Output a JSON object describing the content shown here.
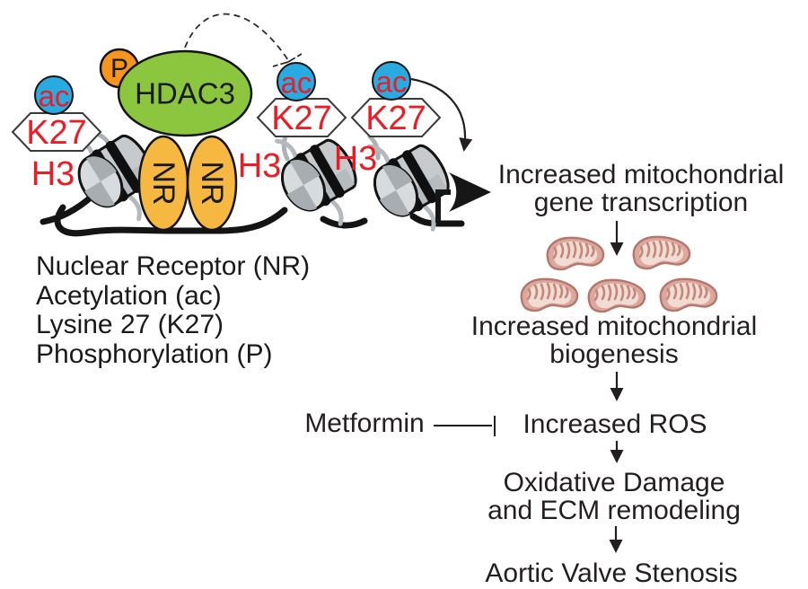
{
  "figure": {
    "type": "molecular-pathway-diagram",
    "mitochondria_count": 5
  },
  "chromatin": {
    "hdac3_label": "HDAC3",
    "phospho_label": "P",
    "nr_labels": [
      "NR",
      "NR"
    ],
    "sites": [
      {
        "ac": "ac",
        "k27": "K27",
        "h3": "H3"
      },
      {
        "ac": "ac",
        "k27": "K27",
        "h3": "H3"
      },
      {
        "ac": "ac",
        "k27": "K27",
        "h3": "H3"
      }
    ]
  },
  "legend": {
    "lines": [
      "Nuclear Receptor (NR)",
      "Acetylation (ac)",
      "Lysine 27 (K27)",
      "Phosphorylation (P)"
    ]
  },
  "pathway": {
    "transcription": {
      "line1": "Increased mitochondrial",
      "line2": "gene transcription"
    },
    "biogenesis": {
      "line1": "Increased mitochondrial",
      "line2": "biogenesis"
    },
    "metformin": "Metformin",
    "ros": "Increased ROS",
    "damage": {
      "line1": "Oxidative Damage",
      "line2": "and ECM remodeling"
    },
    "stenosis": "Aortic Valve Stenosis"
  },
  "colors": {
    "label_red": "#ED1C24",
    "acetyl_blue": "#29ABE2",
    "phospho_orange": "#F7941E",
    "hdac3_green": "#8CC63F",
    "nr_yellow": "#F6B841",
    "text_black": "#231F20",
    "dna_black": "#141414",
    "nucleosome_gray": "#C6CACD",
    "mito_outline": "#B5766B",
    "mito_fill": "#DCA89E",
    "mito_inner": "#F1DCD3"
  },
  "icons": {
    "mitochondrion": "bean shape with cristae squiggles",
    "nucleosome": "gray histone spool wrapped by black DNA",
    "transcription_start": "bent black arrow pointing right",
    "inhibition": "T-bar line",
    "hdac3_release": "dashed arc arrow"
  }
}
